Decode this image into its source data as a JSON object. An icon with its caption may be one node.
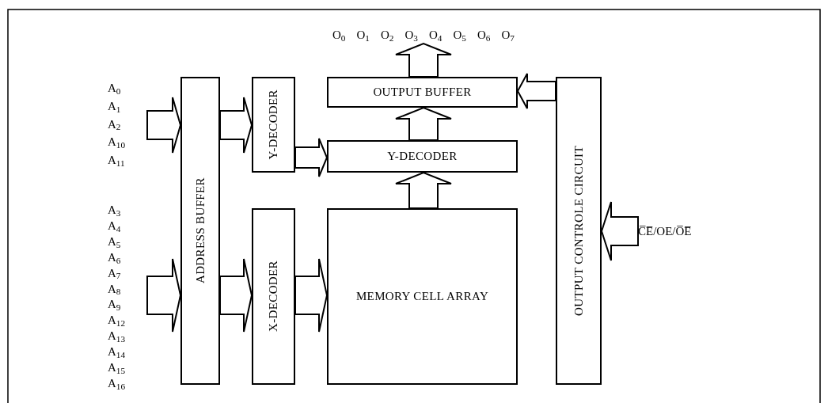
{
  "diagram": {
    "nodes": [
      {
        "text": [
          "ADDRESS BUFFER"
        ]
      },
      {
        "text": [
          "Y-DECODER"
        ]
      },
      {
        "text": [
          "X-DECODER"
        ]
      },
      {
        "text": [
          "OUTPUT BUFFER"
        ]
      },
      {
        "text": [
          "Y-DECODER"
        ]
      },
      {
        "text": [
          "MEMORY CELL ARRAY"
        ]
      },
      {
        "text": [
          "OUTPUT CONTROLE CIRCUIT"
        ]
      },
      {
        "text": [
          "A$_{0}$",
          "A$_{1}$",
          "A$_{2}$",
          "A$_{10}$",
          "A$_{11}$"
        ]
      },
      {
        "text": [
          "A$_{3}$",
          "A$_{4}$",
          "A$_{5}$",
          "A$_{6}$",
          "A$_{7}$",
          "A$_{8}$",
          "A$_{9}$",
          "A$_{12}$",
          "A$_{13}$",
          "A$_{14}$",
          "A$_{15}$",
          "A$_{16}$"
        ]
      },
      {
        "text": [
          "O$_{0}$",
          "O$_{1}$",
          "O$_{2}$",
          "O$_{3}$",
          "O$_{4}$",
          "O$_{5}$",
          "O$_{6}$",
          "O$_{7}$"
        ]
      },
      {
        "text": [
          "C̅E̅/OE/O̅E̅"
        ]
      }
    ],
    "edges": [
      {
        "from": 7,
        "to": 0,
        "arrow": "to"
      },
      {
        "from": 8,
        "to": 0,
        "arrow": "to"
      },
      {
        "from": 0,
        "to": 1,
        "arrow": "to"
      },
      {
        "from": 0,
        "to": 2,
        "arrow": "to"
      },
      {
        "from": 1,
        "to": 4,
        "arrow": "to"
      },
      {
        "from": 2,
        "to": 5,
        "arrow": "to"
      },
      {
        "from": 5,
        "to": 4,
        "arrow": "to"
      },
      {
        "from": 4,
        "to": 3,
        "arrow": "to"
      },
      {
        "from": 3,
        "to": 9,
        "arrow": "to"
      },
      {
        "from": 6,
        "to": 3,
        "arrow": "to"
      },
      {
        "from": 10,
        "to": 6,
        "arrow": "to"
      }
    ]
  }
}
